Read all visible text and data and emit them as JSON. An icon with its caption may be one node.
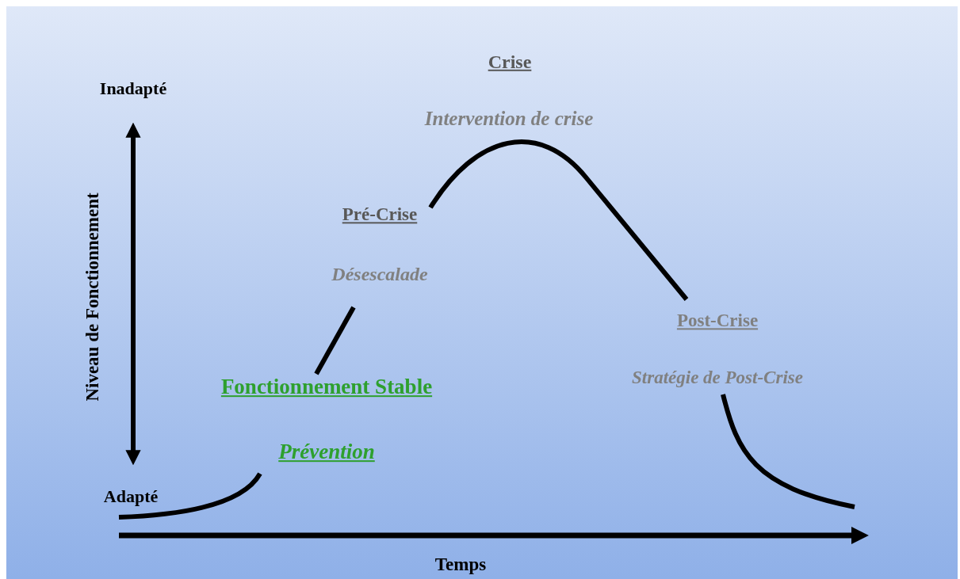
{
  "diagram": {
    "labels": [
      "Crise",
      "Inadapté",
      "Intervention de crise",
      "Pré-Crise",
      "Niveau de Fonctionnement",
      "Désescalade",
      "Post-Crise",
      "Fonctionnement Stable",
      "Stratégie de Post-Crise",
      "Prévention",
      "Adapté",
      "Temps"
    ]
  }
}
